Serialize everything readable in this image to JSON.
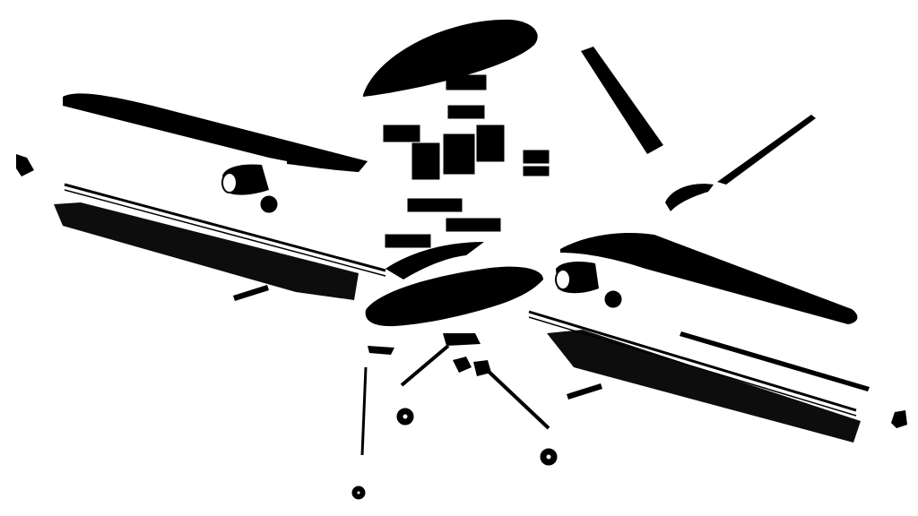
{
  "drawing": {
    "ink": "#000000",
    "paper": "#ffffff",
    "style": "exploded-view silhouette",
    "parts": [
      "canopy",
      "upper-left-wing",
      "right-wing",
      "upper-right-wing",
      "vertical-stabilizer",
      "fuselage",
      "left-engine-nacelle",
      "right-engine-nacelle",
      "left-motor",
      "right-motor",
      "electronics-bay",
      "battery-pack",
      "left-spar",
      "right-spar",
      "left-lower-wing",
      "right-lower-wing",
      "left-main-gear",
      "right-main-gear",
      "nose-gear",
      "left-wheel",
      "right-wheel",
      "nose-wheel"
    ]
  }
}
